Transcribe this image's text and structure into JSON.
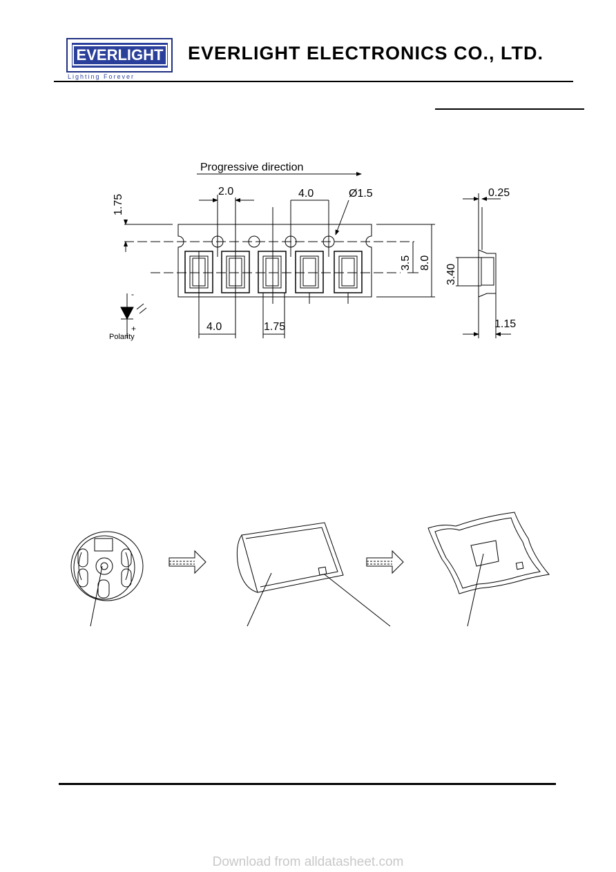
{
  "header": {
    "logo_text": "EVERLIGHT",
    "logo_tagline": "Lighting  Forever",
    "company_name": "EVERLIGHT ELECTRONICS CO., LTD."
  },
  "tape_drawing": {
    "direction_label": "Progressive direction",
    "dim_top_pitch_small": "2.0",
    "dim_top_pitch": "4.0",
    "dim_hole_dia": "Ø1.5",
    "dim_edge": "1.75",
    "dim_center": "3.5",
    "dim_width": "8.0",
    "dim_bottom_pitch": "4.0",
    "dim_bottom_gap": "1.75",
    "polarity_minus": "-",
    "polarity_plus": "+",
    "polarity_label": "Polarity",
    "side_thickness": "0.25",
    "side_height": "3.40",
    "side_depth": "1.15"
  },
  "footer": {
    "watermark": "Download from alldatasheet.com"
  }
}
